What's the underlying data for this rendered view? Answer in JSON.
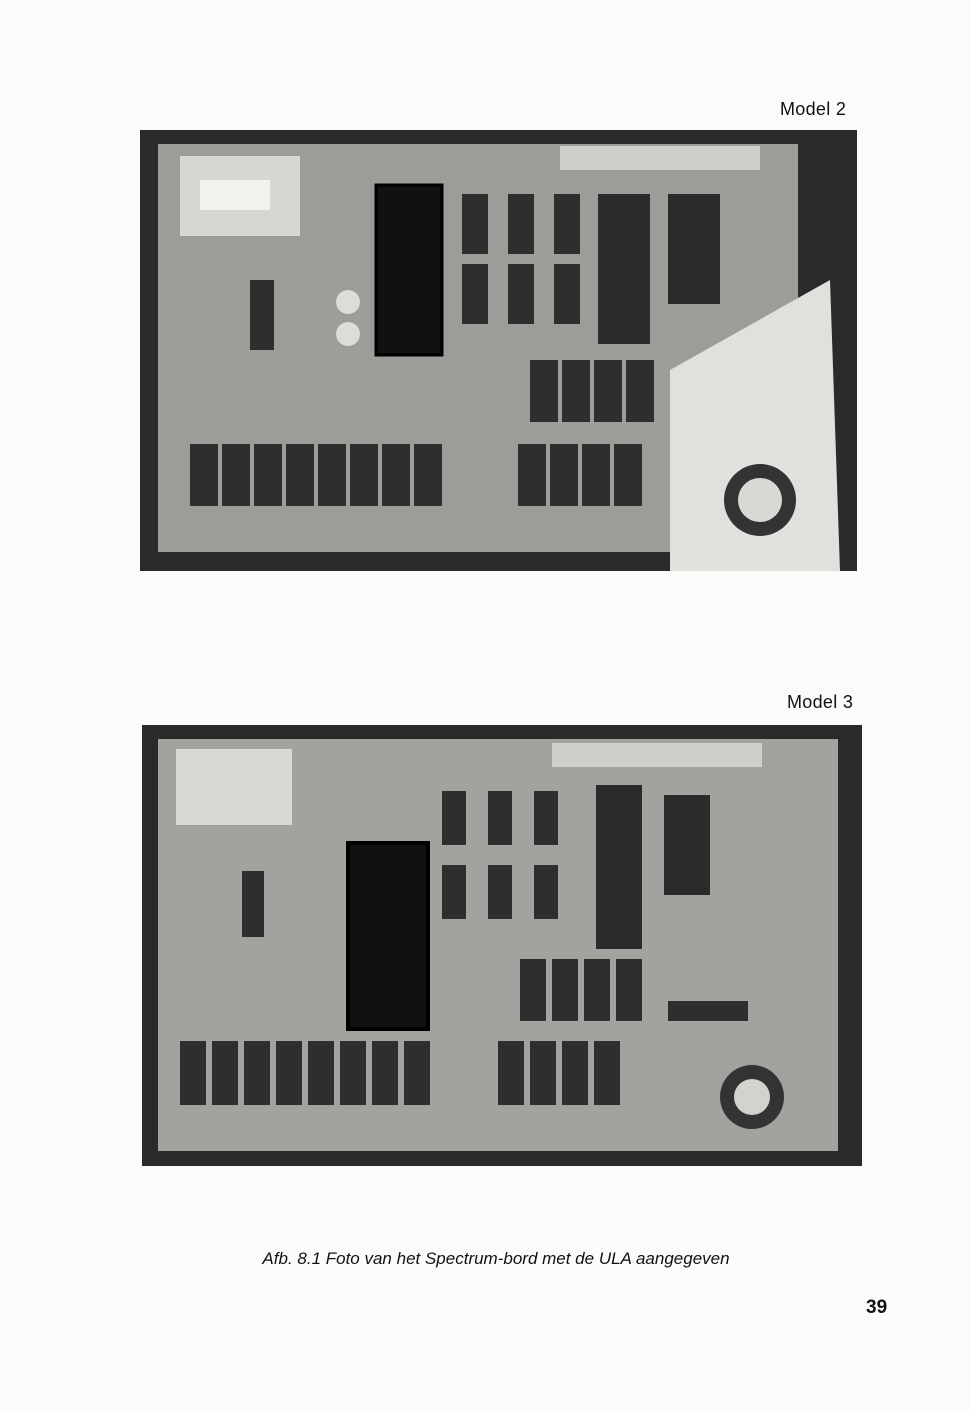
{
  "figures": [
    {
      "label": "Model 2"
    },
    {
      "label": "Model 3"
    }
  ],
  "caption": "Afb. 8.1 Foto van het Spectrum-bord met de ULA aangegeven",
  "page_number": "39"
}
